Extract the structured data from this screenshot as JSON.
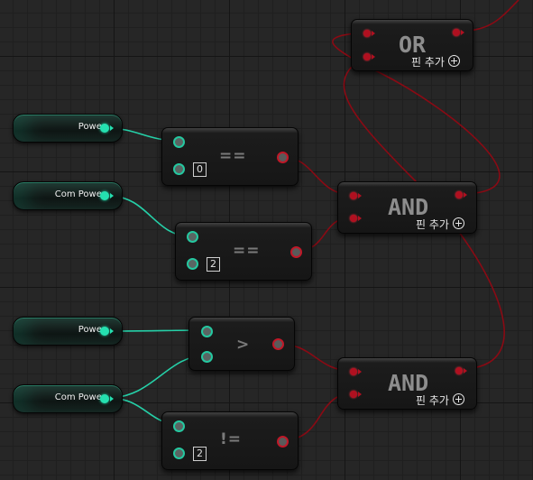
{
  "variables": [
    {
      "label": "Power"
    },
    {
      "label": "Com Power"
    },
    {
      "label": "Power"
    },
    {
      "label": "Com Power"
    }
  ],
  "compare_nodes": [
    {
      "operator": "==",
      "value": "0"
    },
    {
      "operator": "==",
      "value": "2"
    },
    {
      "operator": ">"
    },
    {
      "operator": "!=",
      "value": "2"
    }
  ],
  "logic_nodes": [
    {
      "title": "OR",
      "add_pin_label": "핀 추가"
    },
    {
      "title": "AND",
      "add_pin_label": "핀 추가"
    },
    {
      "title": "AND",
      "add_pin_label": "핀 추가"
    }
  ],
  "colors": {
    "grid_background": "#262626",
    "int_pin": "#25e0b0",
    "bool_pin": "#b01020",
    "exec_wire_bool": "#8a0a14"
  },
  "icons": [
    "plus-circle-icon"
  ]
}
